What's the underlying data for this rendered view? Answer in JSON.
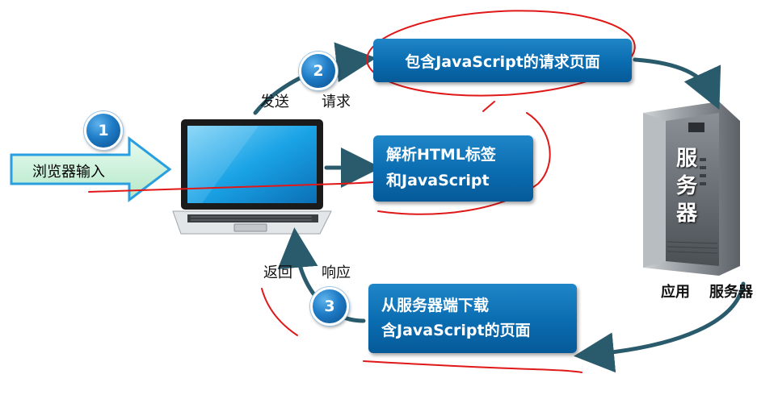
{
  "steps": {
    "one": "1",
    "two": "2",
    "three": "3"
  },
  "browser_input": "浏览器输入",
  "send_request": {
    "send": "发送",
    "request": "请求"
  },
  "return_response": {
    "return": "返回",
    "response": "响应"
  },
  "boxes": {
    "top": "包含JavaScript的请求页面",
    "middle_line1": "解析HTML标签",
    "middle_line2": "和JavaScript",
    "bottom_line1": "从服务器端下载",
    "bottom_line2": "含JavaScript的页面"
  },
  "server": {
    "chars": [
      "服",
      "务",
      "器"
    ],
    "caption_a": "应用",
    "caption_b": "服务器"
  },
  "colors": {
    "box_blue": "#0a6cb0",
    "arrow_teal": "#2a5b6c",
    "annotation_red": "#e01818",
    "input_arrow_fill": "#c9f0d8",
    "input_arrow_border": "#2a9fe0"
  }
}
